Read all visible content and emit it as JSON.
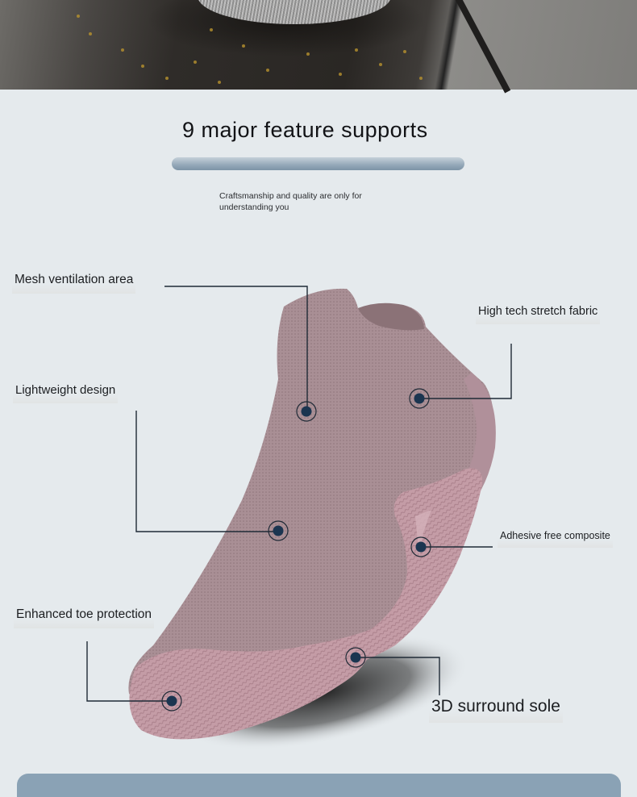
{
  "header": {
    "title": "9 major feature supports",
    "subtitle": "Craftsmanship and quality are only for understanding you"
  },
  "features": [
    {
      "id": "mesh",
      "label": "Mesh ventilation area"
    },
    {
      "id": "lightweight",
      "label": "Lightweight design"
    },
    {
      "id": "toe",
      "label": "Enhanced toe protection"
    },
    {
      "id": "stretch",
      "label": "High tech stretch fabric"
    },
    {
      "id": "adhesive",
      "label": "Adhesive free composite"
    },
    {
      "id": "sole",
      "label": "3D surround sole"
    }
  ],
  "colors": {
    "background": "#e5eaed",
    "shoe_knit": "#a88e94",
    "shoe_sole": "#c59ca6",
    "callout_line": "#1f2a36",
    "callout_dot": "#1b3550",
    "title_bar": "#8aa2b5",
    "bottom_panel": "#8aa2b5"
  }
}
